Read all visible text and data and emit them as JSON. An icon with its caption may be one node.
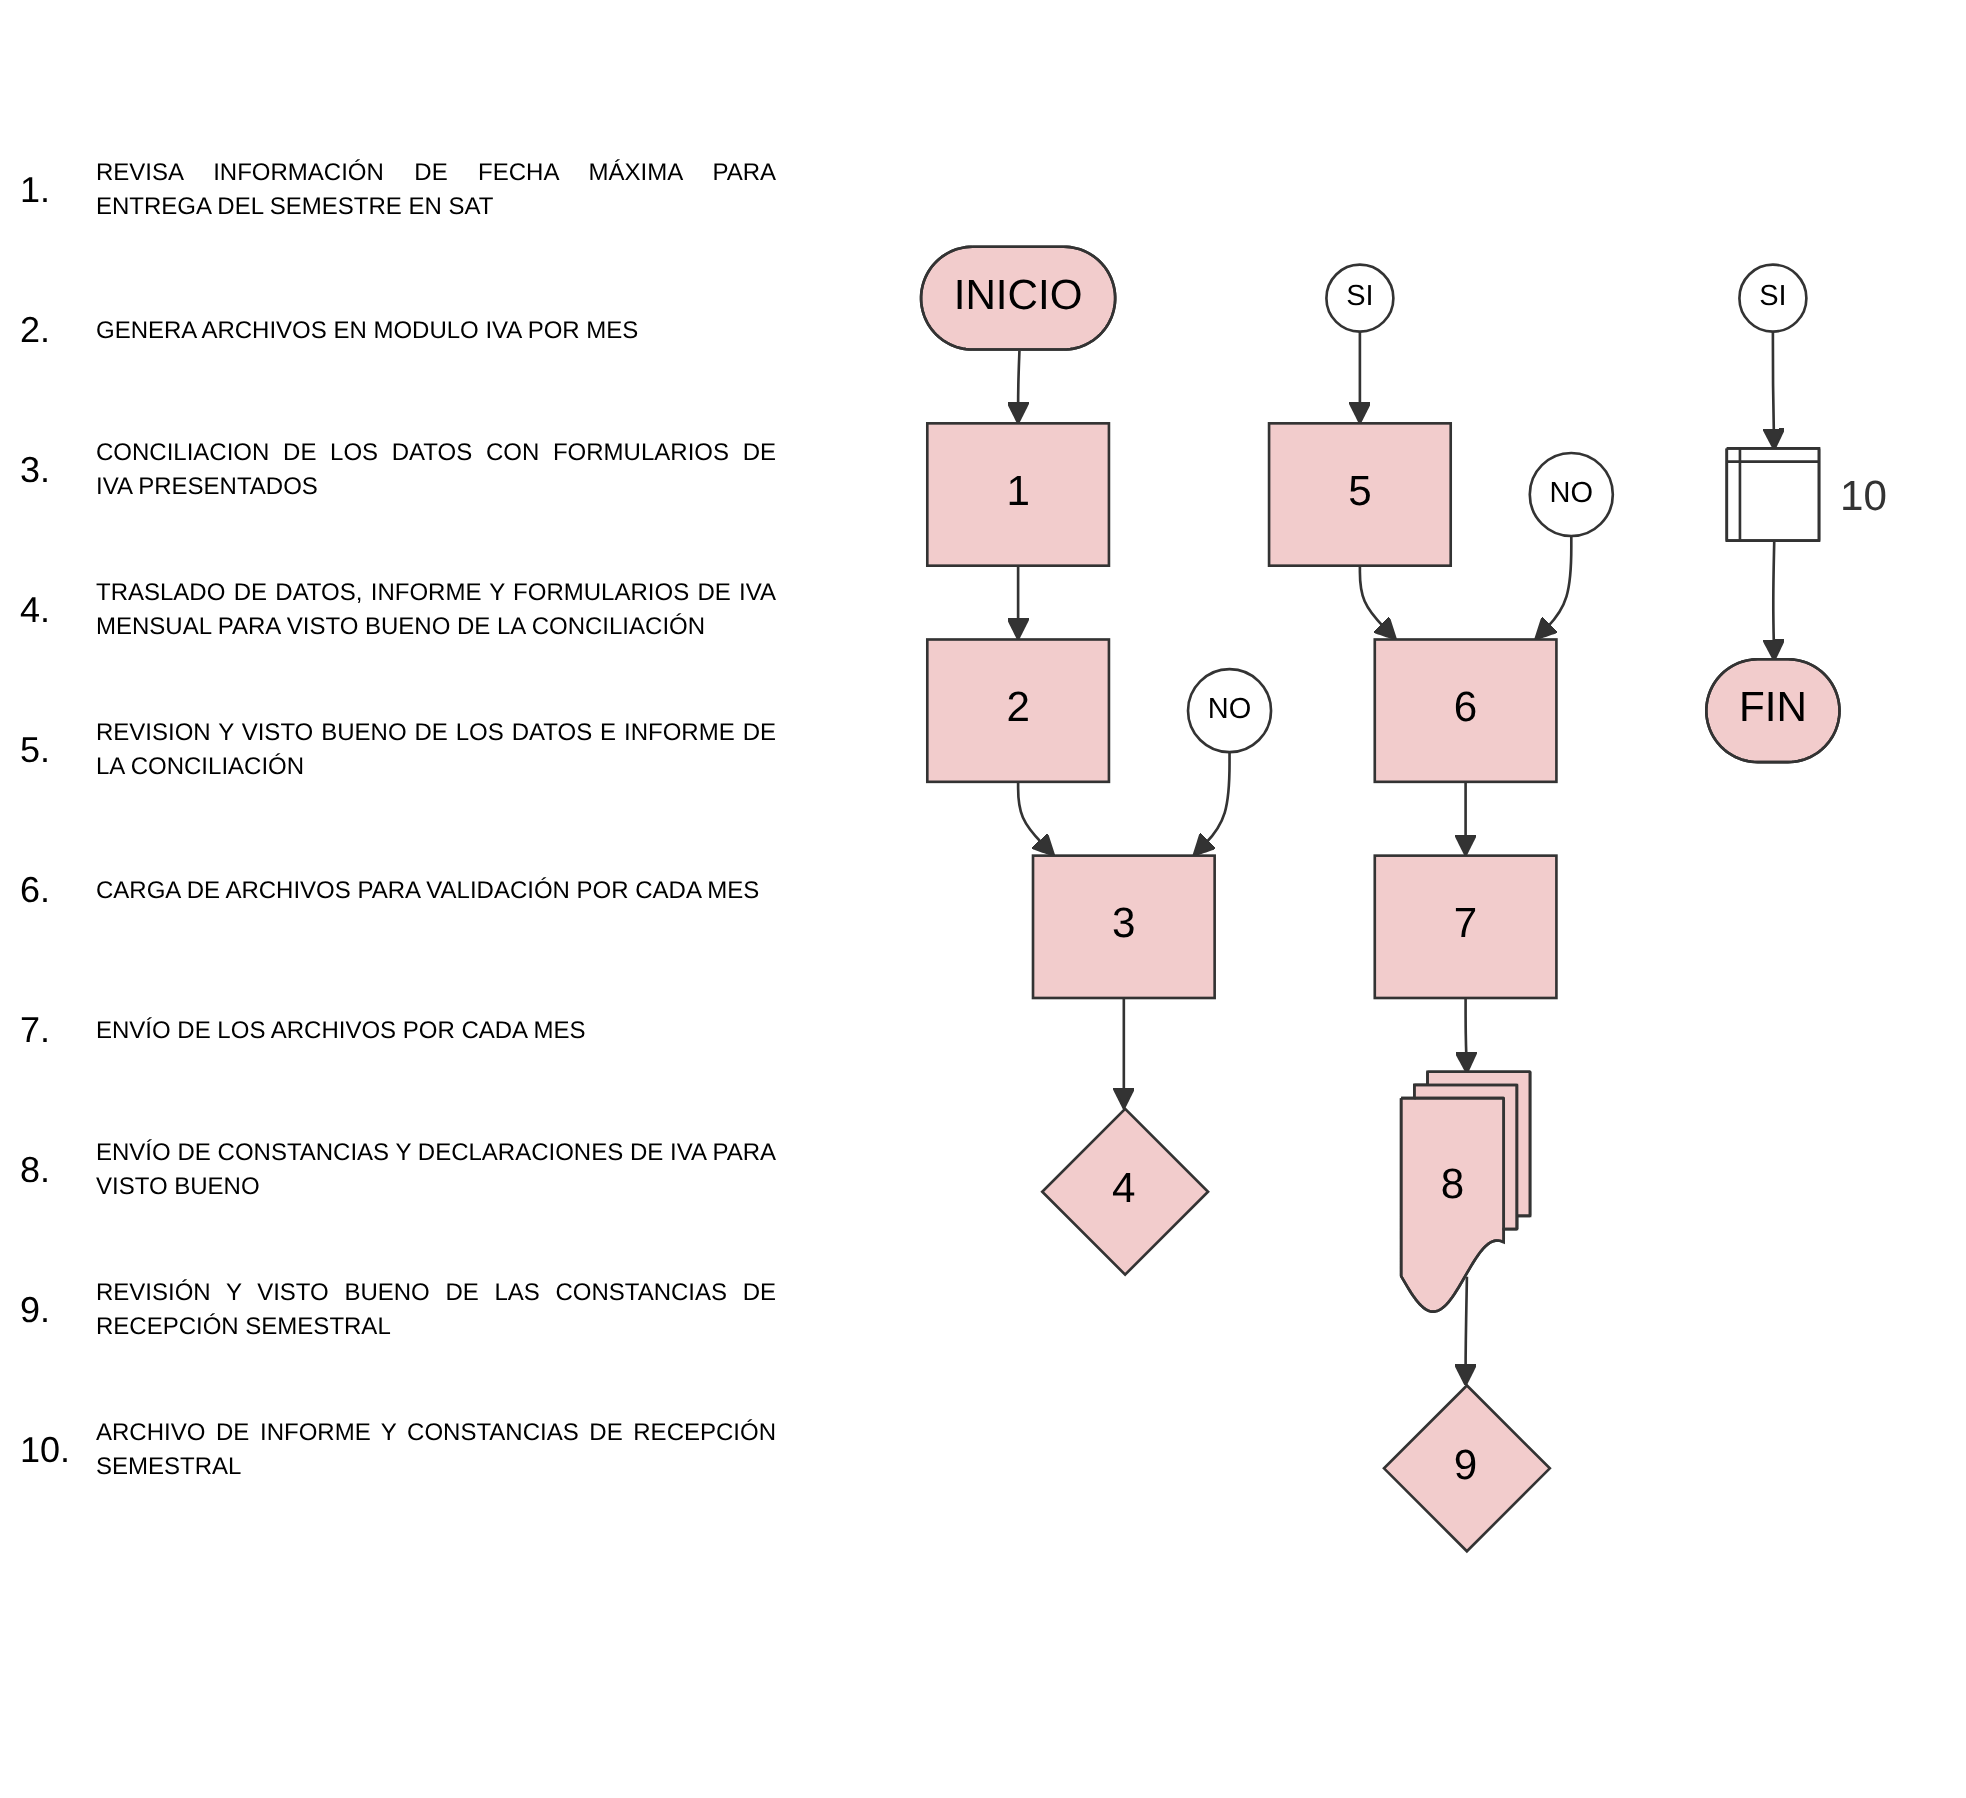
{
  "diagram": {
    "nodes": [
      {
        "text": [
          "INICIO"
        ]
      },
      {
        "text": [
          "1"
        ]
      },
      {
        "text": [
          "2"
        ]
      },
      {
        "text": [
          "3"
        ]
      },
      {
        "text": [
          "4"
        ]
      },
      {
        "text": [
          "SI"
        ]
      },
      {
        "text": [
          "NO"
        ]
      },
      {
        "text": [
          "5"
        ]
      },
      {
        "text": [
          "6"
        ]
      },
      {
        "text": [
          "7"
        ]
      },
      {
        "text": [
          "8"
        ]
      },
      {
        "text": [
          "9"
        ]
      },
      {
        "text": [
          "SI"
        ]
      },
      {
        "text": [
          "NO"
        ]
      },
      {
        "text": [],
        "shape": "box",
        "beside": [
          "10"
        ]
      },
      {
        "text": [
          "FIN"
        ]
      }
    ],
    "edges": [
      {
        "from": 0,
        "to": 1,
        "arrow": "to"
      },
      {
        "from": 1,
        "to": 2,
        "arrow": "to"
      },
      {
        "from": 2,
        "to": 3,
        "arrow": "to"
      },
      {
        "from": 3,
        "to": 4,
        "arrow": "to"
      },
      {
        "from": 6,
        "to": 3,
        "arrow": "to"
      },
      {
        "from": 5,
        "to": 7,
        "arrow": "to"
      },
      {
        "from": 7,
        "to": 8,
        "arrow": "to"
      },
      {
        "from": 8,
        "to": 9,
        "arrow": "to"
      },
      {
        "from": 9,
        "to": 10,
        "arrow": "to"
      },
      {
        "from": 10,
        "to": 11,
        "arrow": "to"
      },
      {
        "from": 13,
        "to": 8,
        "arrow": "to"
      },
      {
        "from": 12,
        "to": 14,
        "arrow": "to"
      },
      {
        "from": 14,
        "to": 15,
        "arrow": "to"
      }
    ],
    "labels": [
      "1.",
      "REVISA INFORMACIÓN DE FECHA MÁXIMA PARA ENTREGA DEL SEMESTRE EN SAT",
      "2.",
      "GENERA ARCHIVOS EN MODULO IVA POR MES",
      "3.",
      "CONCILIACION DE LOS DATOS CON FORMULARIOS DE IVA PRESENTADOS",
      "4.",
      "TRASLADO DE DATOS, INFORME Y FORMULARIOS DE IVA MENSUAL PARA VISTO BUENO DE LA CONCILIACIÓN",
      "5.",
      "REVISION Y VISTO BUENO DE LOS DATOS E INFORME DE LA CONCILIACIÓN",
      "6.",
      "CARGA DE ARCHIVOS PARA VALIDACIÓN POR CADA MES",
      "7.",
      "ENVÍO DE LOS ARCHIVOS POR CADA MES",
      "8.",
      "ENVÍO DE CONSTANCIAS Y DECLARACIONES DE IVA PARA VISTO BUENO",
      "9.",
      "REVISIÓN Y VISTO BUENO DE LAS CONSTANCIAS DE RECEPCIÓN SEMESTRAL",
      "10.",
      "ARCHIVO DE INFORME Y CONSTANCIAS DE RECEPCIÓN SEMESTRAL"
    ]
  }
}
